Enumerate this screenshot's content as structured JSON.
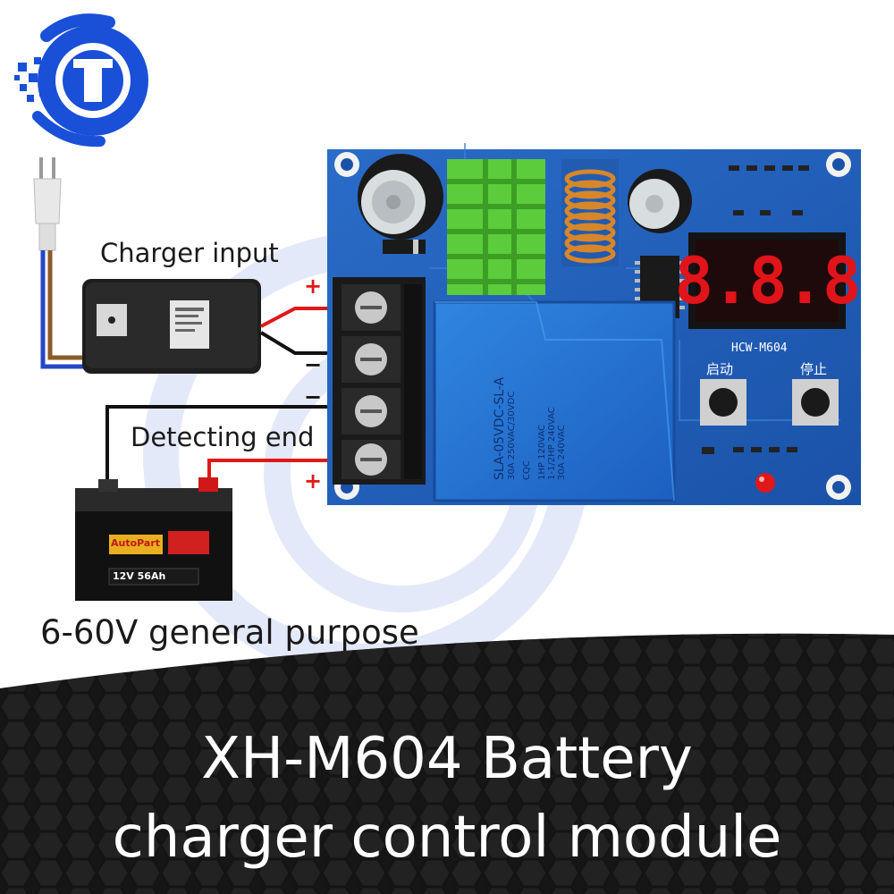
{
  "labels": {
    "charger_input": "Charger input",
    "detecting_end": "Detecting end",
    "purpose": "6-60V general purpose"
  },
  "title": {
    "line1": "XH-M604 Battery",
    "line2": "charger control module"
  },
  "board": {
    "model": "HCW-M604",
    "display_value": "8.8.8",
    "button_start": "启动",
    "button_stop": "停止",
    "relay_lines": [
      "SLA-05VDC-SL-A",
      "30A 250VAC/30VDC",
      "1HP 120VAC",
      "1-1/2HP 240VAC",
      "30A 240VAC"
    ],
    "relay_brand": "CQC"
  },
  "terminals": {
    "signs": [
      "+",
      "−",
      "−",
      "+"
    ]
  },
  "battery": {
    "brand": "AutoPart",
    "voltage": "12V 56Ah"
  },
  "colors": {
    "board_blue": "#1f5fb8",
    "display_red": "#e0141a",
    "wire_red": "#e01818",
    "wire_black": "#111111",
    "logo_blue": "#1a4fd8",
    "banner_dark": "#1c1c1c"
  }
}
